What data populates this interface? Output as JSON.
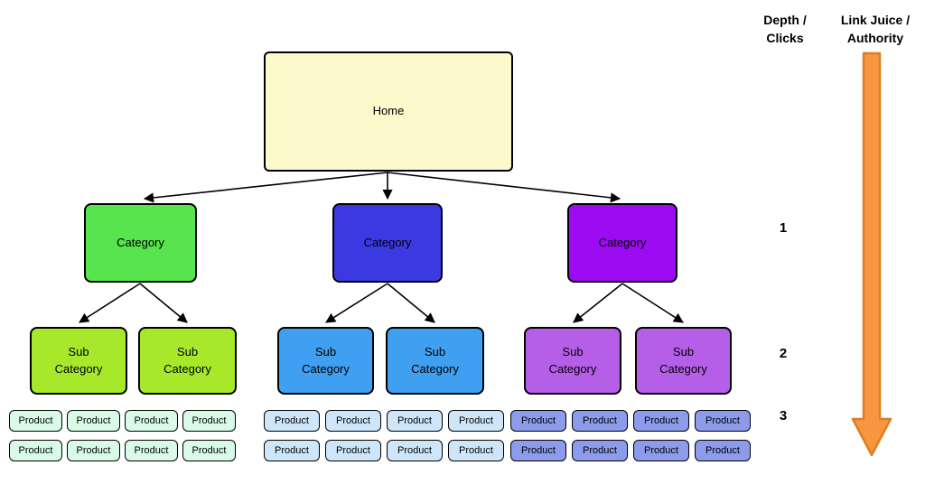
{
  "headers": {
    "depth": "Depth /\nClicks",
    "authority": "Link Juice /\nAuthority"
  },
  "depth_levels": [
    "1",
    "2",
    "3"
  ],
  "nodes": {
    "home": {
      "label": "Home",
      "fill": "#FCFACD"
    },
    "category_left": {
      "label": "Category",
      "fill": "#57E44F"
    },
    "category_mid": {
      "label": "Category",
      "fill": "#3B3AE2"
    },
    "category_right": {
      "label": "Category",
      "fill": "#9D0BF2"
    },
    "sub_left": {
      "label": "Sub\nCategory",
      "fill": "#A7E92A"
    },
    "sub_mid": {
      "label": "Sub\nCategory",
      "fill": "#3F9FF0"
    },
    "sub_right": {
      "label": "Sub\nCategory",
      "fill": "#B55FE9"
    },
    "product_left": {
      "label": "Product",
      "fill": "#D8FAE6"
    },
    "product_mid": {
      "label": "Product",
      "fill": "#CEE6F9"
    },
    "product_right": {
      "label": "Product",
      "fill": "#8C9BEA"
    }
  },
  "authority_arrow": {
    "fill": "#F7963F",
    "stroke": "#DD7E23"
  },
  "connector_color": "#000000",
  "border_color": "#000000"
}
